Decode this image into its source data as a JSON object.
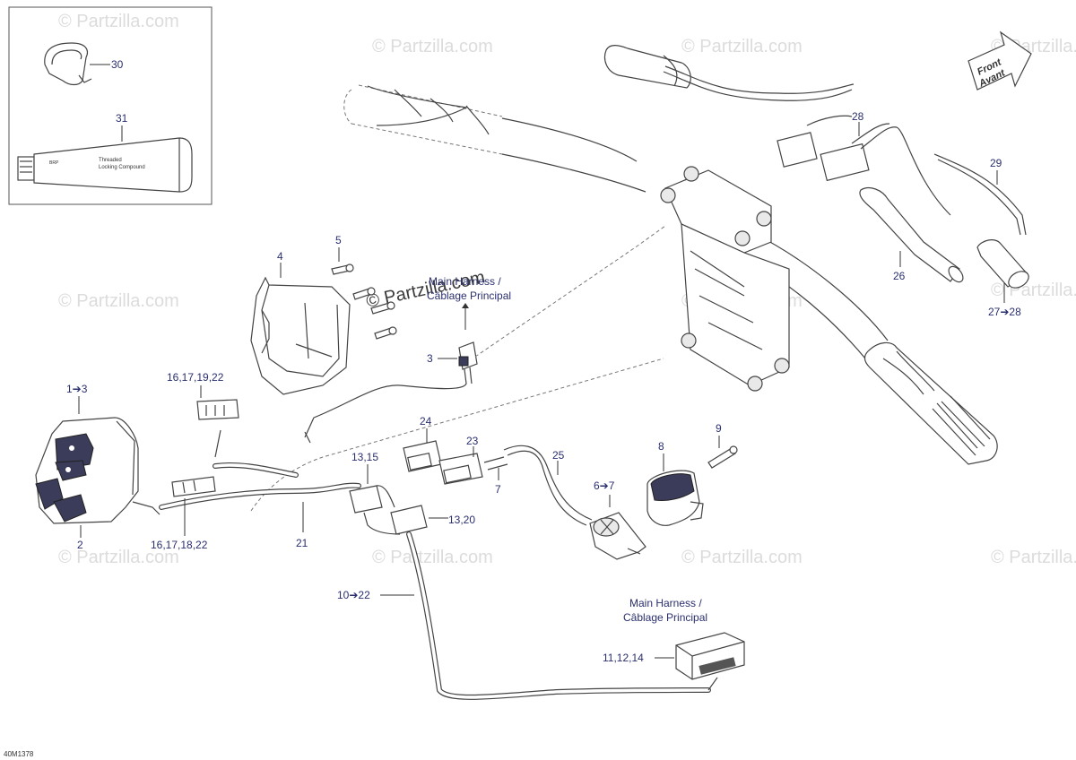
{
  "watermark": "© Partzilla.com",
  "diagram_code": "40M1378",
  "front_arrow": {
    "line1": "Front",
    "line2": "Avant"
  },
  "tube_text": {
    "brand": "BRP",
    "line1": "Threaded",
    "line2": "Locking Compound"
  },
  "harness_labels": {
    "upper": {
      "line1": "Main Harness /",
      "line2": "Câblage Principal"
    },
    "lower": {
      "line1": "Main Harness /",
      "line2": "Câblage Principal"
    }
  },
  "callouts": {
    "c30": "30",
    "c31": "31",
    "c28": "28",
    "c29": "29",
    "c26": "26",
    "c27": "27➔28",
    "c5": "5",
    "c4": "4",
    "c3": "3",
    "c13": "1➔3",
    "c2": "2",
    "c16a": "16,17,19,22",
    "c16b": "16,17,18,22",
    "c21": "21",
    "c24": "24",
    "c23": "23",
    "c7": "7",
    "c25": "25",
    "c67": "6➔7",
    "c8": "8",
    "c9": "9",
    "c1315": "13,15",
    "c1320": "13,20",
    "c1022": "10➔22",
    "c111214": "11,12,14"
  }
}
